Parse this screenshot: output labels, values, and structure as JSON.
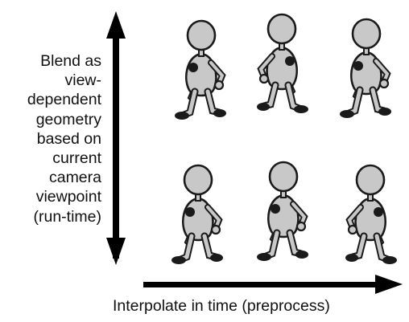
{
  "vertical_label": {
    "lines": [
      "Blend as",
      "view-",
      "dependent",
      "geometry",
      "based on",
      "current",
      "camera",
      "viewpoint",
      "(run-time)"
    ]
  },
  "horizontal_label": "Interpolate in time (preprocess)",
  "figure_grid": {
    "rows": 2,
    "columns": 3,
    "figure_fill": "#c8c8c8",
    "outline_color": "#1a1a1a",
    "shadow_color": "#1a1a1a"
  }
}
